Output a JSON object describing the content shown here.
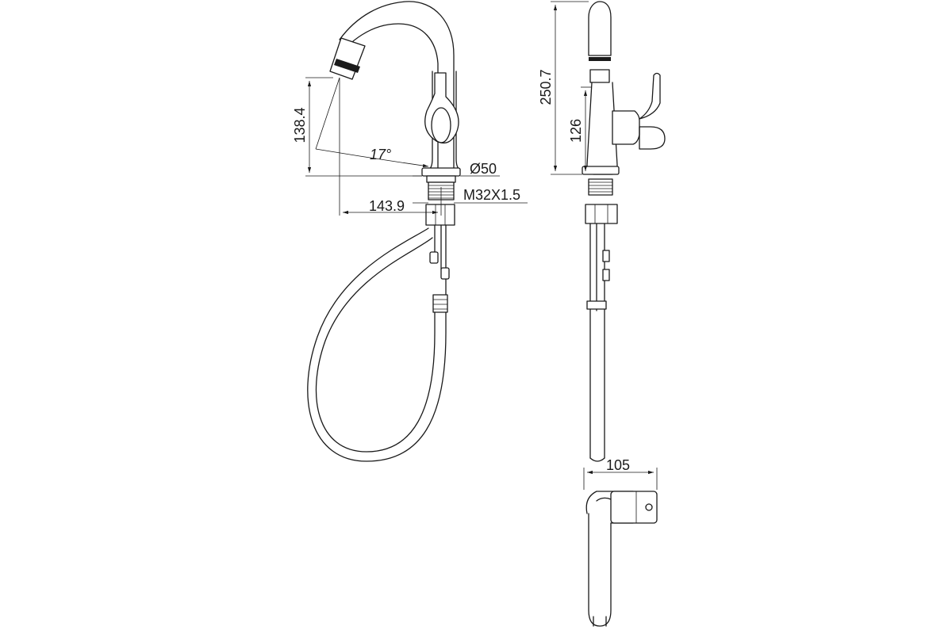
{
  "dimensions": {
    "spout_reach_height": "138.4",
    "spout_angle": "17°",
    "base_diameter": "Ø50",
    "thread": "M32X1.5",
    "spout_reach": "143.9",
    "total_height": "250.7",
    "handle_height": "126",
    "top_view_width": "105"
  },
  "colors": {
    "line": "#1a1a1a",
    "background": "#ffffff"
  }
}
